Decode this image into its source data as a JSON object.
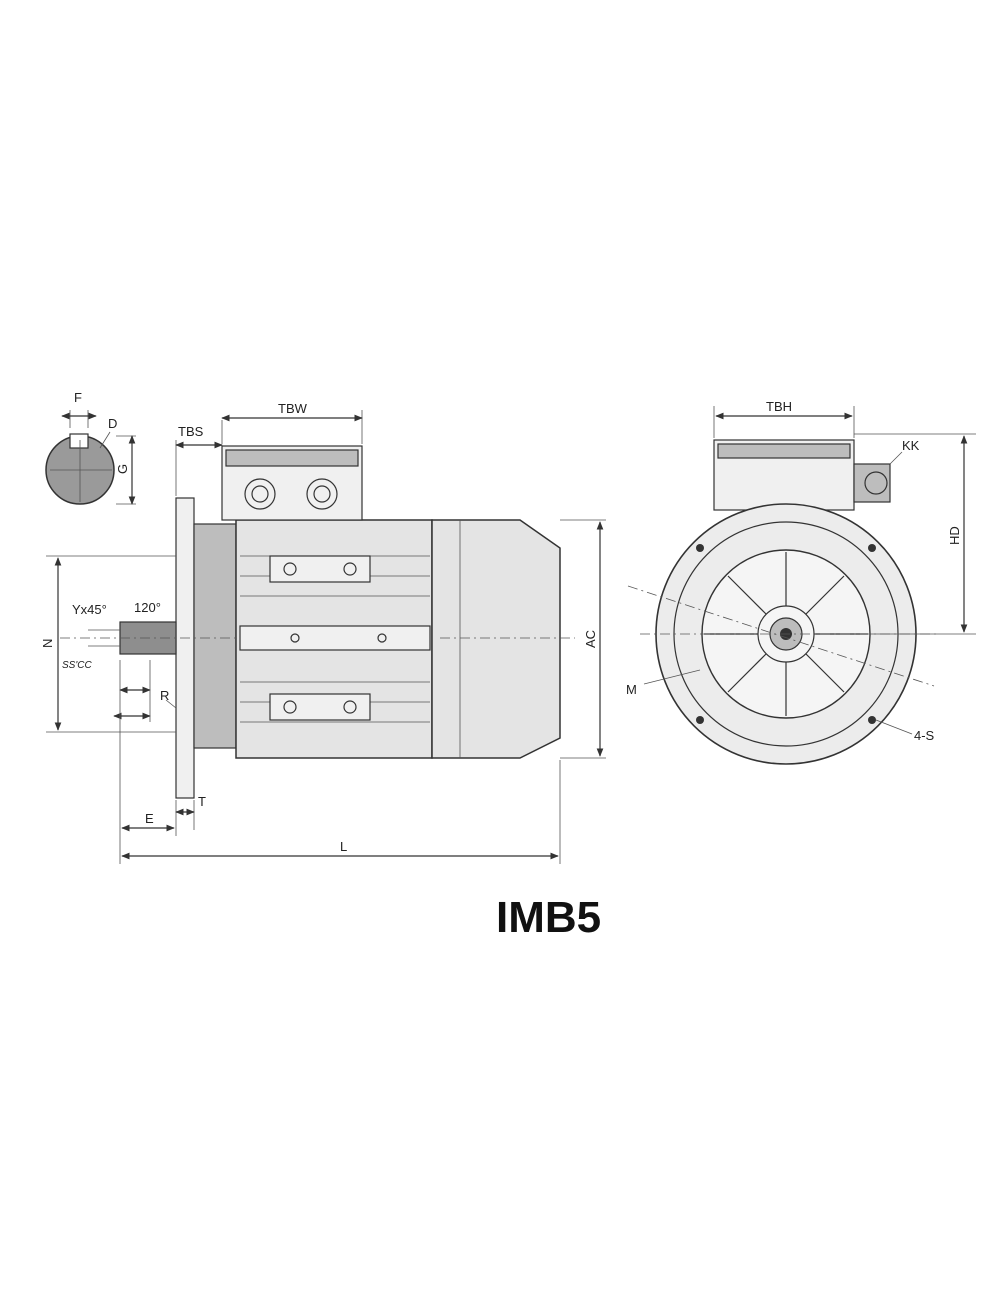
{
  "title": "IMB5",
  "labels": {
    "f": "F",
    "d": "D",
    "g": "G",
    "tbs": "TBS",
    "tbw": "TBW",
    "tbh": "TBH",
    "kk": "KK",
    "hd": "HD",
    "ac": "AC",
    "n": "N",
    "m": "M",
    "s": "4-S",
    "y": "Yx45°",
    "angle": "120°",
    "ss": "SS'CC",
    "r": "R",
    "e": "E",
    "t": "T",
    "l": "L"
  }
}
